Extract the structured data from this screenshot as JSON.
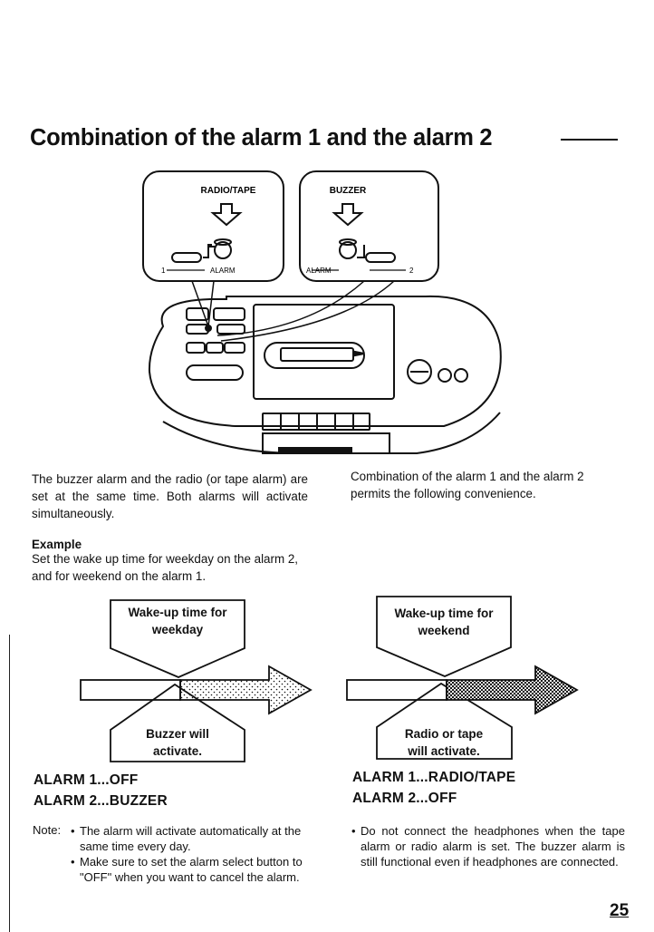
{
  "heading": "Combination of the alarm 1 and the alarm 2",
  "illustration": {
    "callout_left": {
      "title": "RADIO/TAPE",
      "scale_left": "1",
      "scale_right": "ALARM"
    },
    "callout_right": {
      "title": "BUZZER",
      "scale_left": "ALARM",
      "scale_right": "2"
    }
  },
  "left_column": {
    "intro": "The buzzer alarm and the radio (or tape alarm) are set at the same time. Both alarms will activate simultaneously.",
    "example_heading": "Example",
    "example_text": "Set the wake up time for weekday on the alarm 2, and for weekend on the alarm 1."
  },
  "right_column": {
    "intro": "Combination of the alarm 1 and the alarm 2 permits the following convenience."
  },
  "diagram_weekday": {
    "top_bubble_line1": "Wake-up time for",
    "top_bubble_line2": "weekday",
    "bottom_bubble_line1": "Buzzer will",
    "bottom_bubble_line2": "activate.",
    "alarm1": "ALARM 1...OFF",
    "alarm2": "ALARM 2...BUZZER"
  },
  "diagram_weekend": {
    "top_bubble_line1": "Wake-up time for",
    "top_bubble_line2": "weekend",
    "bottom_bubble_line1": "Radio or tape",
    "bottom_bubble_line2": "will activate.",
    "alarm1": "ALARM 1...RADIO/TAPE",
    "alarm2": "ALARM 2...OFF"
  },
  "notes": {
    "label": "Note:",
    "left_items": [
      "The alarm will activate automatically at the same time every day.",
      "Make sure to set the alarm select button to \"OFF\" when you want to cancel the alarm."
    ],
    "right_items": [
      "Do not connect the headphones when the tape alarm or radio alarm is set. The buzzer alarm is still functional even if headphones are connected."
    ]
  },
  "page_number": "25"
}
